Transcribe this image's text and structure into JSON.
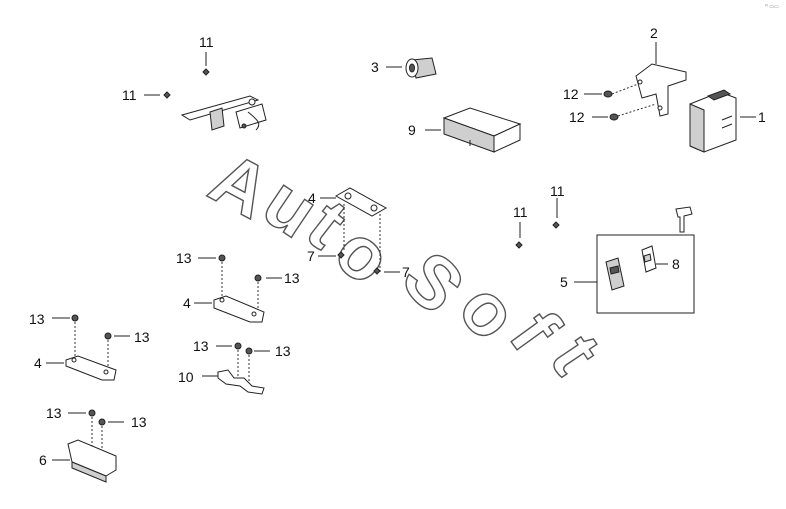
{
  "corner_mark": "ꟸ ▭▭",
  "watermark": {
    "letters": [
      "A",
      "u",
      "t",
      "o",
      "S",
      "o",
      "f",
      "t"
    ]
  },
  "callouts": {
    "c1": "1",
    "c2": "2",
    "c3": "3",
    "c4a": "4",
    "c4b": "4",
    "c4c": "4",
    "c5": "5",
    "c6": "6",
    "c7a": "7",
    "c7b": "7",
    "c8": "8",
    "c9": "9",
    "c10": "10",
    "c11a": "11",
    "c11b": "11",
    "c11c": "11",
    "c11d": "11",
    "c12a": "12",
    "c12b": "12",
    "c13a": "13",
    "c13b": "13",
    "c13c": "13",
    "c13d": "13",
    "c13e": "13",
    "c13f": "13",
    "c13g": "13",
    "c13h": "13"
  }
}
